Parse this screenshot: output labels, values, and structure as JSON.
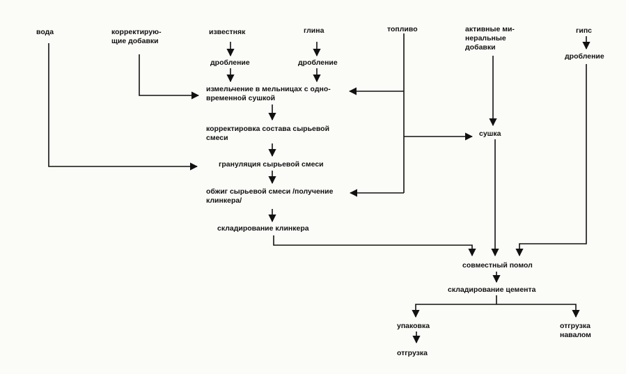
{
  "inputs": {
    "water": "вода",
    "additives_1": "корректирую-",
    "additives_2": "щие добавки",
    "limestone": "известняк",
    "clay": "глина",
    "fuel": "топливо",
    "mineral_1": "активные ми-",
    "mineral_2": "неральные",
    "mineral_3": "добавки",
    "gypsum": "гипс"
  },
  "steps": {
    "crushing_limestone": "дробление",
    "crushing_clay": "дробление",
    "crushing_gypsum": "дробление",
    "grinding_1": "измельчение в мельницах с одно-",
    "grinding_2": "временной сушкой",
    "correction_1": "корректировка состава сырьевой",
    "correction_2": "смеси",
    "granulation": "грануляция сырьевой смеси",
    "firing_1": "обжиг сырьевой смеси /получение",
    "firing_2": "клинкера/",
    "clinker_storage": "складирование  клинкера",
    "drying": "сушка",
    "joint_grinding": "совместный помол",
    "cement_storage": "складирование цемента",
    "packing": "упаковка",
    "shipment": "отгрузка",
    "bulk_1": "отгрузка",
    "bulk_2": "навалом"
  },
  "colors": {
    "line": "#111111",
    "background": "#fbfbf8"
  }
}
